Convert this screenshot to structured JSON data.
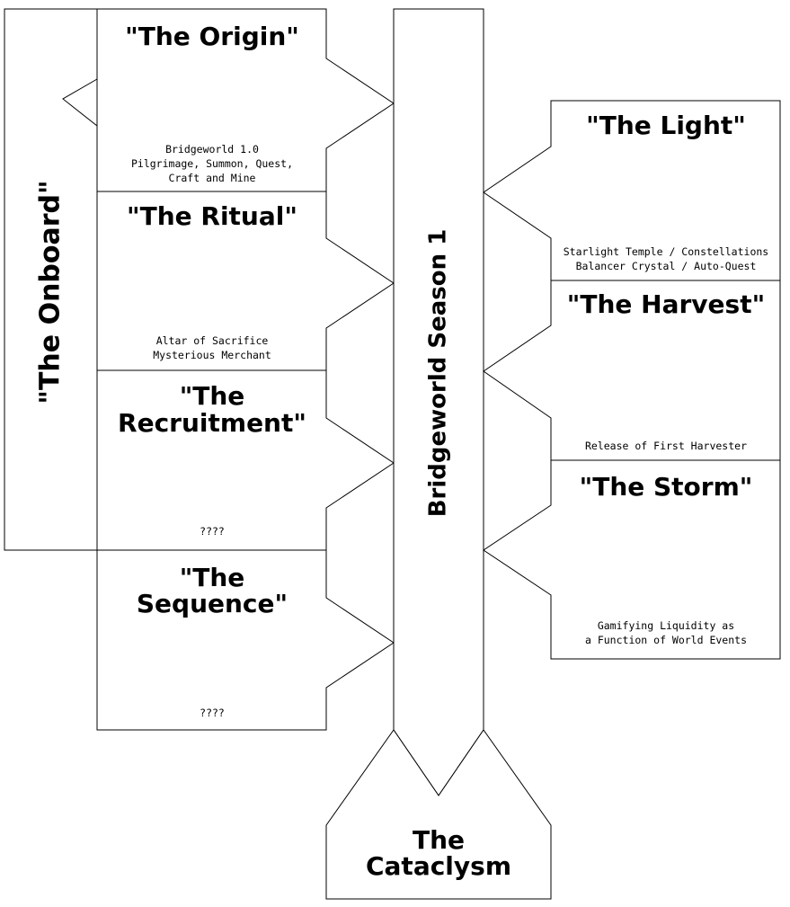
{
  "onboard_label": "\"The Onboard\"",
  "season_label": "Bridgeworld Season 1",
  "cataclysm": {
    "line1": "The",
    "line2": "Cataclysm"
  },
  "left_phases": [
    {
      "title_lines": [
        "\"The Origin\""
      ],
      "details": [
        "Bridgeworld 1.0",
        "Pilgrimage, Summon, Quest,",
        "Craft and Mine"
      ]
    },
    {
      "title_lines": [
        "\"The Ritual\""
      ],
      "details": [
        "Altar of Sacrifice",
        "Mysterious Merchant"
      ]
    },
    {
      "title_lines": [
        "\"The",
        "Recruitment\""
      ],
      "details": [
        "????"
      ]
    },
    {
      "title_lines": [
        "\"The",
        "Sequence\""
      ],
      "details": [
        "????"
      ]
    }
  ],
  "right_phases": [
    {
      "title_lines": [
        "\"The Light\""
      ],
      "details": [
        "Starlight Temple / Constellations",
        "Balancer Crystal / Auto-Quest"
      ]
    },
    {
      "title_lines": [
        "\"The Harvest\""
      ],
      "details": [
        "Release of First Harvester"
      ]
    },
    {
      "title_lines": [
        "\"The Storm\""
      ],
      "details": [
        "Gamifying Liquidity as",
        "a Function of World Events"
      ]
    }
  ]
}
